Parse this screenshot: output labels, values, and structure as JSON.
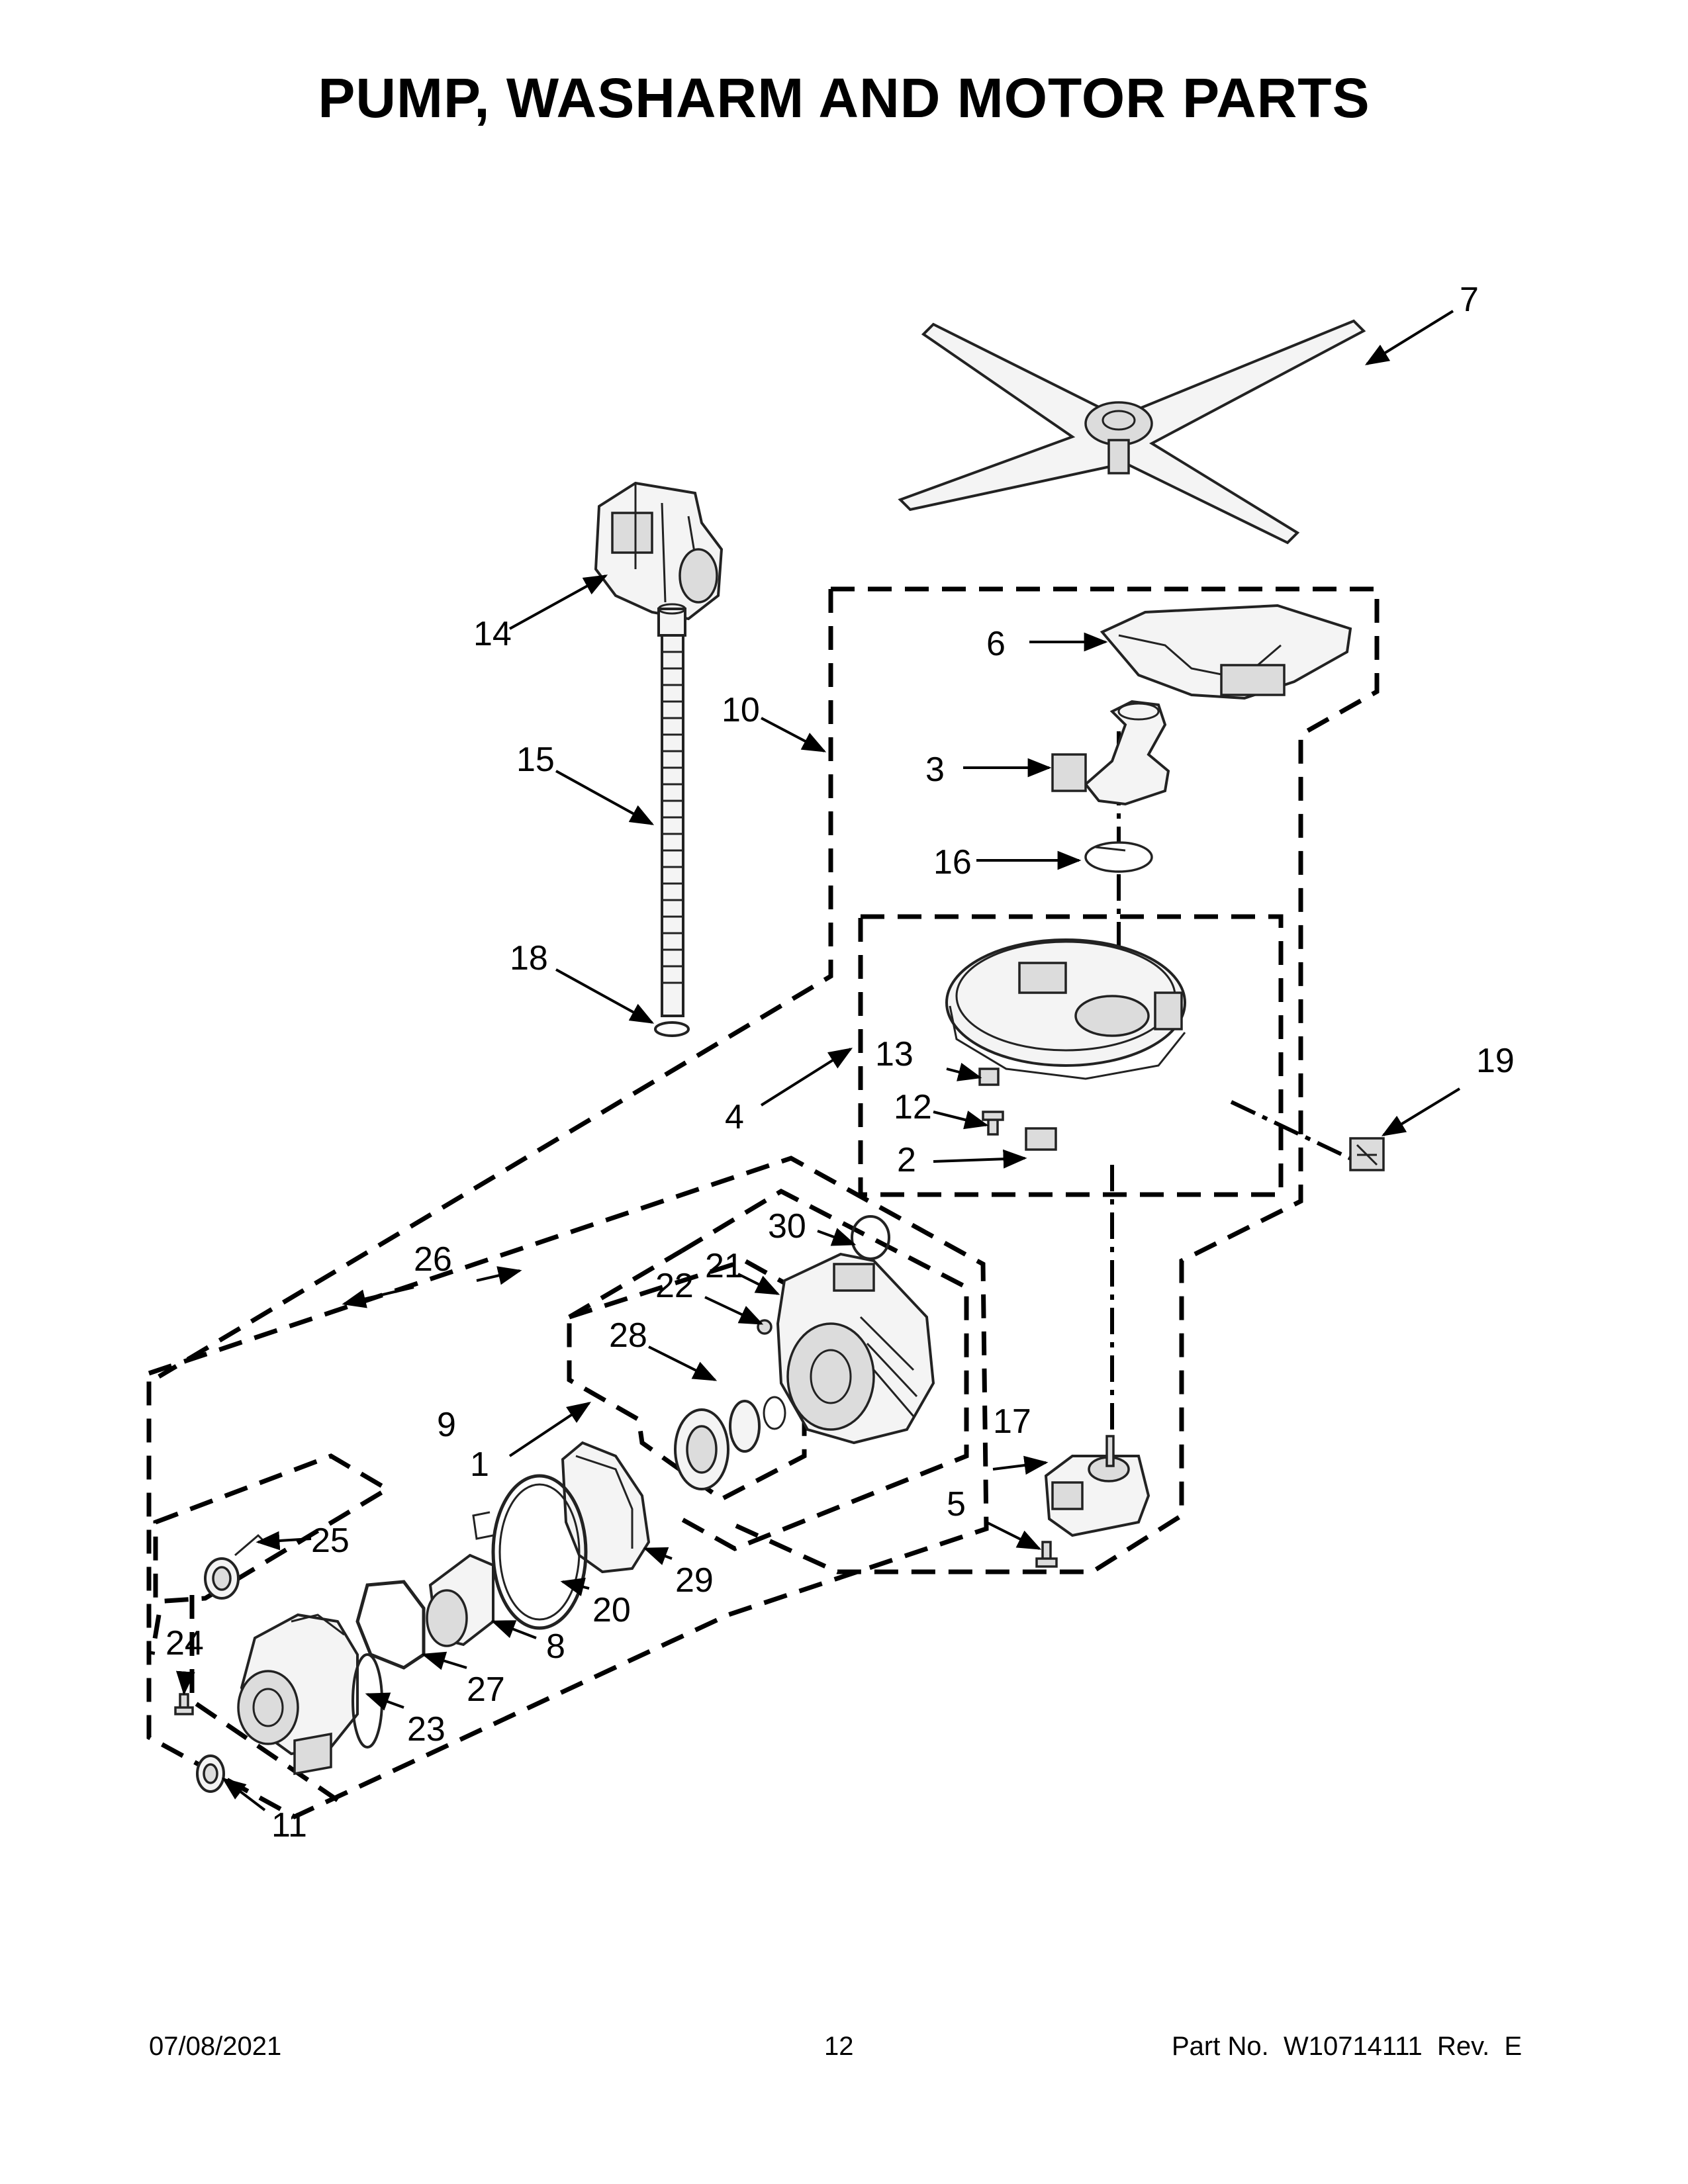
{
  "title": "PUMP, WASHARM AND MOTOR PARTS",
  "footer": {
    "date": "07/08/2021",
    "page": "12",
    "part_number": "Part No.  W10714111  Rev.  E"
  },
  "callouts": {
    "c1": "1",
    "c2": "2",
    "c3": "3",
    "c4": "4",
    "c5": "5",
    "c6": "6",
    "c7": "7",
    "c8": "8",
    "c9": "9",
    "c10": "10",
    "c11": "11",
    "c12": "12",
    "c13": "13",
    "c14": "14",
    "c15": "15",
    "c16": "16",
    "c17": "17",
    "c18": "18",
    "c19": "19",
    "c20": "20",
    "c21": "21",
    "c22": "22",
    "c23": "23",
    "c24": "24",
    "c25": "25",
    "c26": "26",
    "c27": "27",
    "c28": "28",
    "c29": "29",
    "c30": "30"
  }
}
